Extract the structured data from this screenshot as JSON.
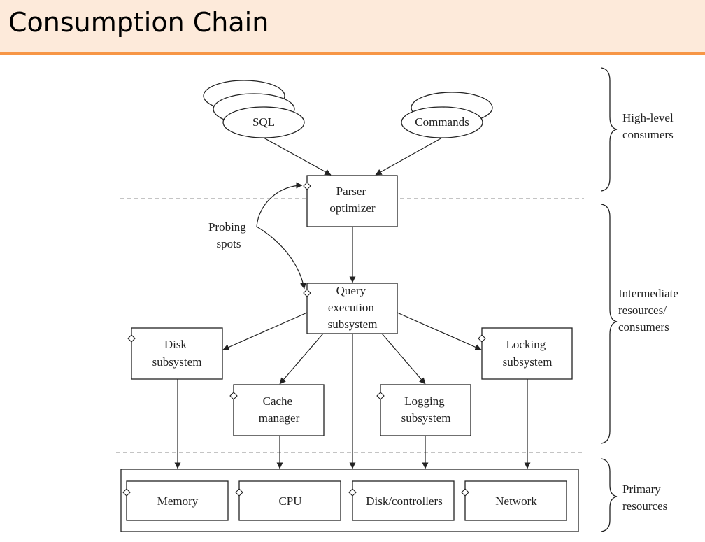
{
  "title": "Consumption Chain",
  "nodes": {
    "sql": "SQL",
    "commands": "Commands",
    "parser": [
      "Parser",
      "optimizer"
    ],
    "query": [
      "Query",
      "execution",
      "subsystem"
    ],
    "disk": [
      "Disk",
      "subsystem"
    ],
    "cache": [
      "Cache",
      "manager"
    ],
    "logging": [
      "Logging",
      "subsystem"
    ],
    "locking": [
      "Locking",
      "subsystem"
    ],
    "memory": "Memory",
    "cpu": "CPU",
    "disk_controllers": "Disk/controllers",
    "network": "Network"
  },
  "annotations": {
    "probing": [
      "Probing",
      "spots"
    ]
  },
  "layers": {
    "high_level": [
      "High-level",
      "consumers"
    ],
    "intermediate": [
      "Intermediate",
      "resources/",
      "consumers"
    ],
    "primary": [
      "Primary",
      "resources"
    ]
  }
}
